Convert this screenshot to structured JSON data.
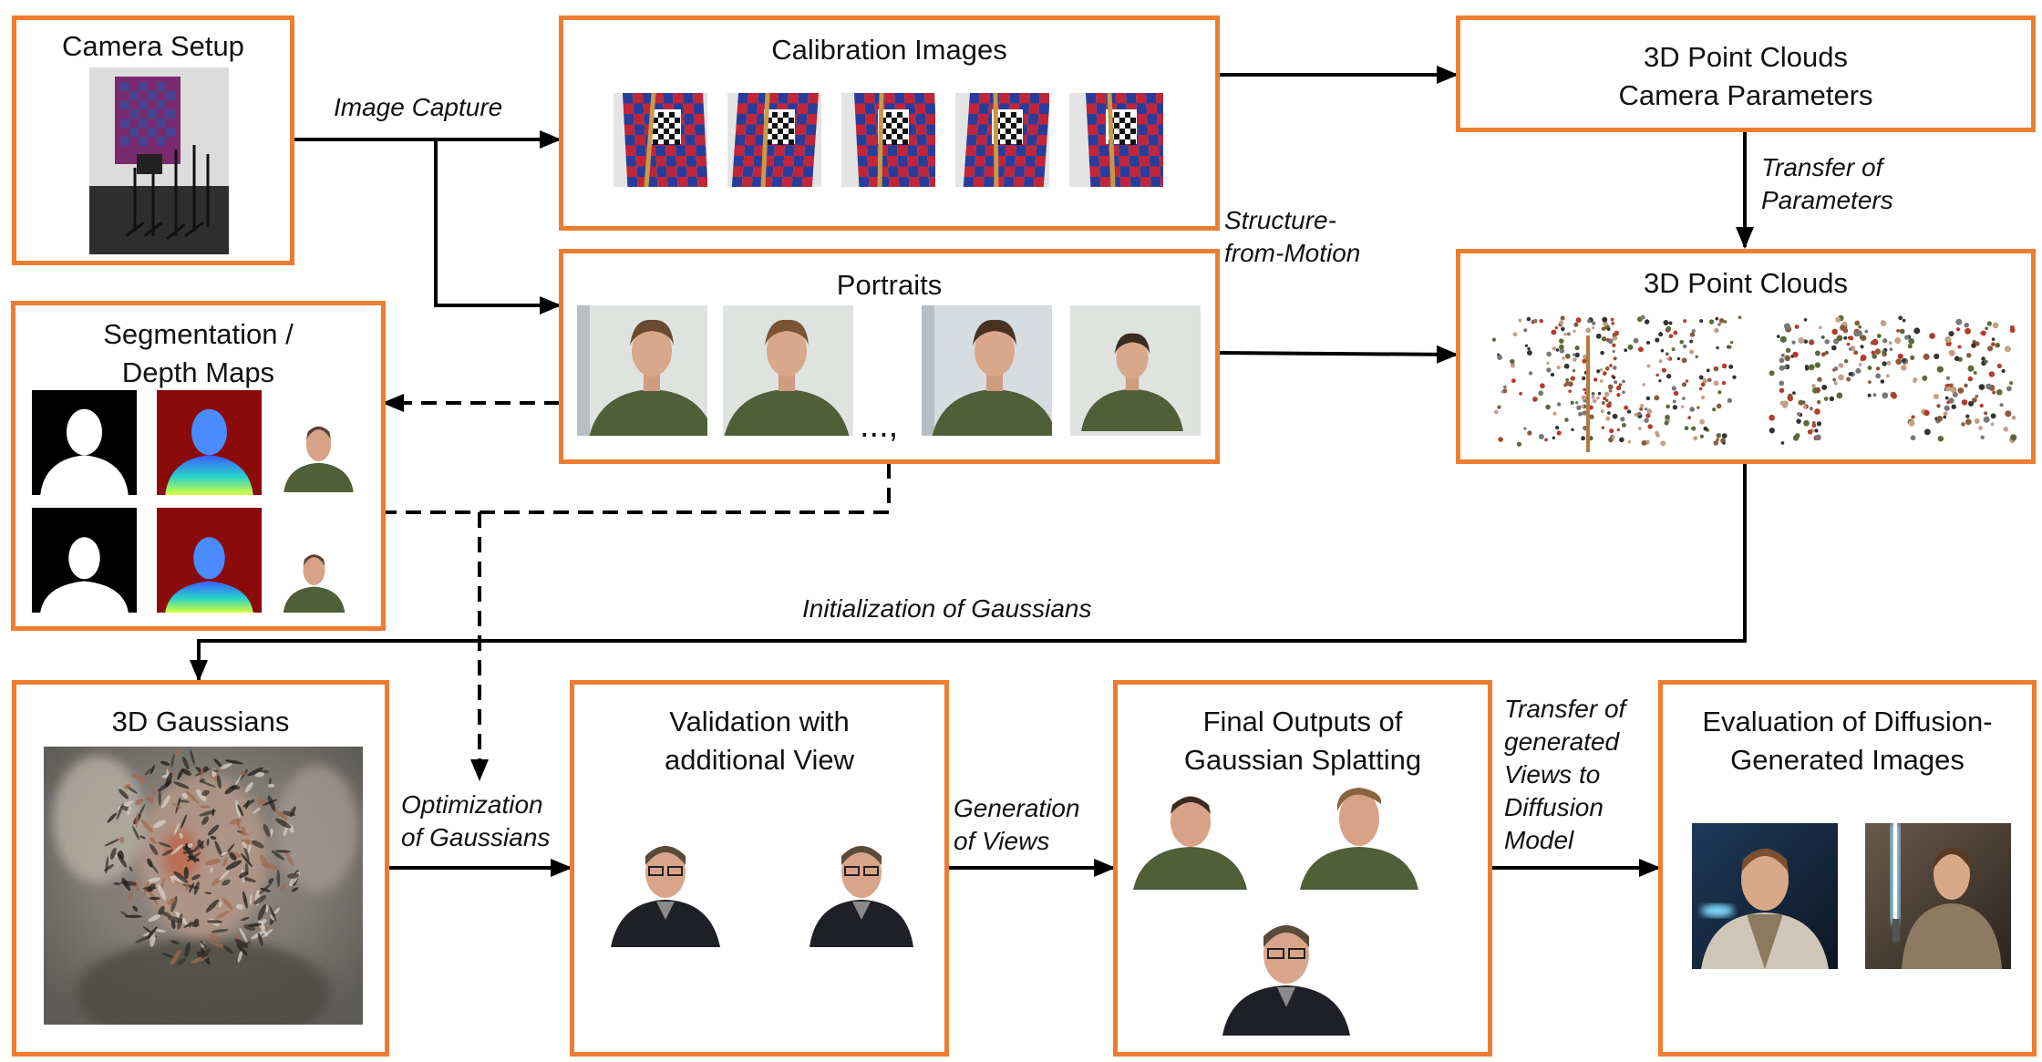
{
  "colors": {
    "box_border": "#ED7D31",
    "arrow": "#000000",
    "small_arrow": "#1F6A8A",
    "checker_red": "#C0253A",
    "checker_blue": "#2A3C9A",
    "depth_bg": "#8B0A0A",
    "shirt": "#4F5F38"
  },
  "boxes": {
    "camera_setup": {
      "title": "Camera Setup"
    },
    "calibration": {
      "title": "Calibration Images"
    },
    "pc_params": {
      "title": "3D Point Clouds\nCamera Parameters"
    },
    "portraits": {
      "title": "Portraits",
      "ellipsis": "...,"
    },
    "segmentation": {
      "title": "Segmentation /\nDepth Maps"
    },
    "point_clouds": {
      "title": "3D Point Clouds"
    },
    "gaussians": {
      "title": "3D Gaussians"
    },
    "validation": {
      "title": "Validation with\nadditional View"
    },
    "final_outputs": {
      "title": "Final Outputs of\nGaussian Splatting"
    },
    "evaluation": {
      "title": "Evaluation of Diffusion-\nGenerated Images"
    }
  },
  "labels": {
    "image_capture": "Image Capture",
    "sfm": "Structure-\nfrom-Motion",
    "transfer_params": "Transfer of\nParameters",
    "init_gaussians": "Initialization of Gaussians",
    "optimization": "Optimization\nof Gaussians",
    "generation": "Generation\nof Views",
    "transfer_views": "Transfer of\ngenerated\nViews to\nDiffusion\nModel"
  }
}
